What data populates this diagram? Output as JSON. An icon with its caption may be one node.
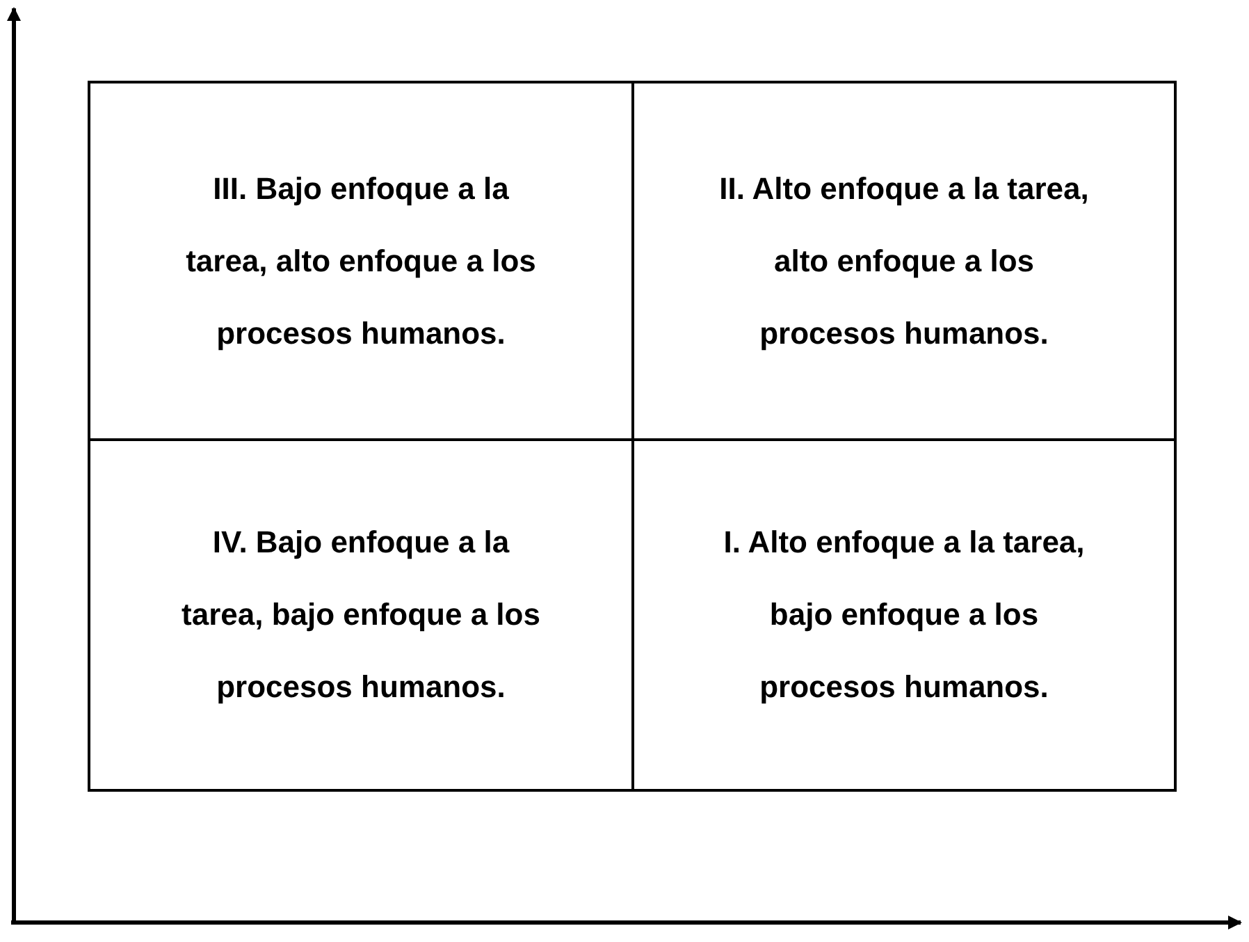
{
  "diagram": {
    "nodes": [
      {
        "text": [
          "III. Bajo enfoque a la tarea, alto enfoque a los procesos humanos."
        ]
      },
      {
        "text": [
          "II. Alto enfoque a la tarea, alto enfoque a los procesos humanos."
        ]
      },
      {
        "text": [
          "IV. Bajo enfoque a la tarea, bajo enfoque a los procesos humanos."
        ]
      },
      {
        "text": [
          "I. Alto enfoque a la tarea, bajo enfoque a los procesos humanos."
        ]
      }
    ]
  }
}
